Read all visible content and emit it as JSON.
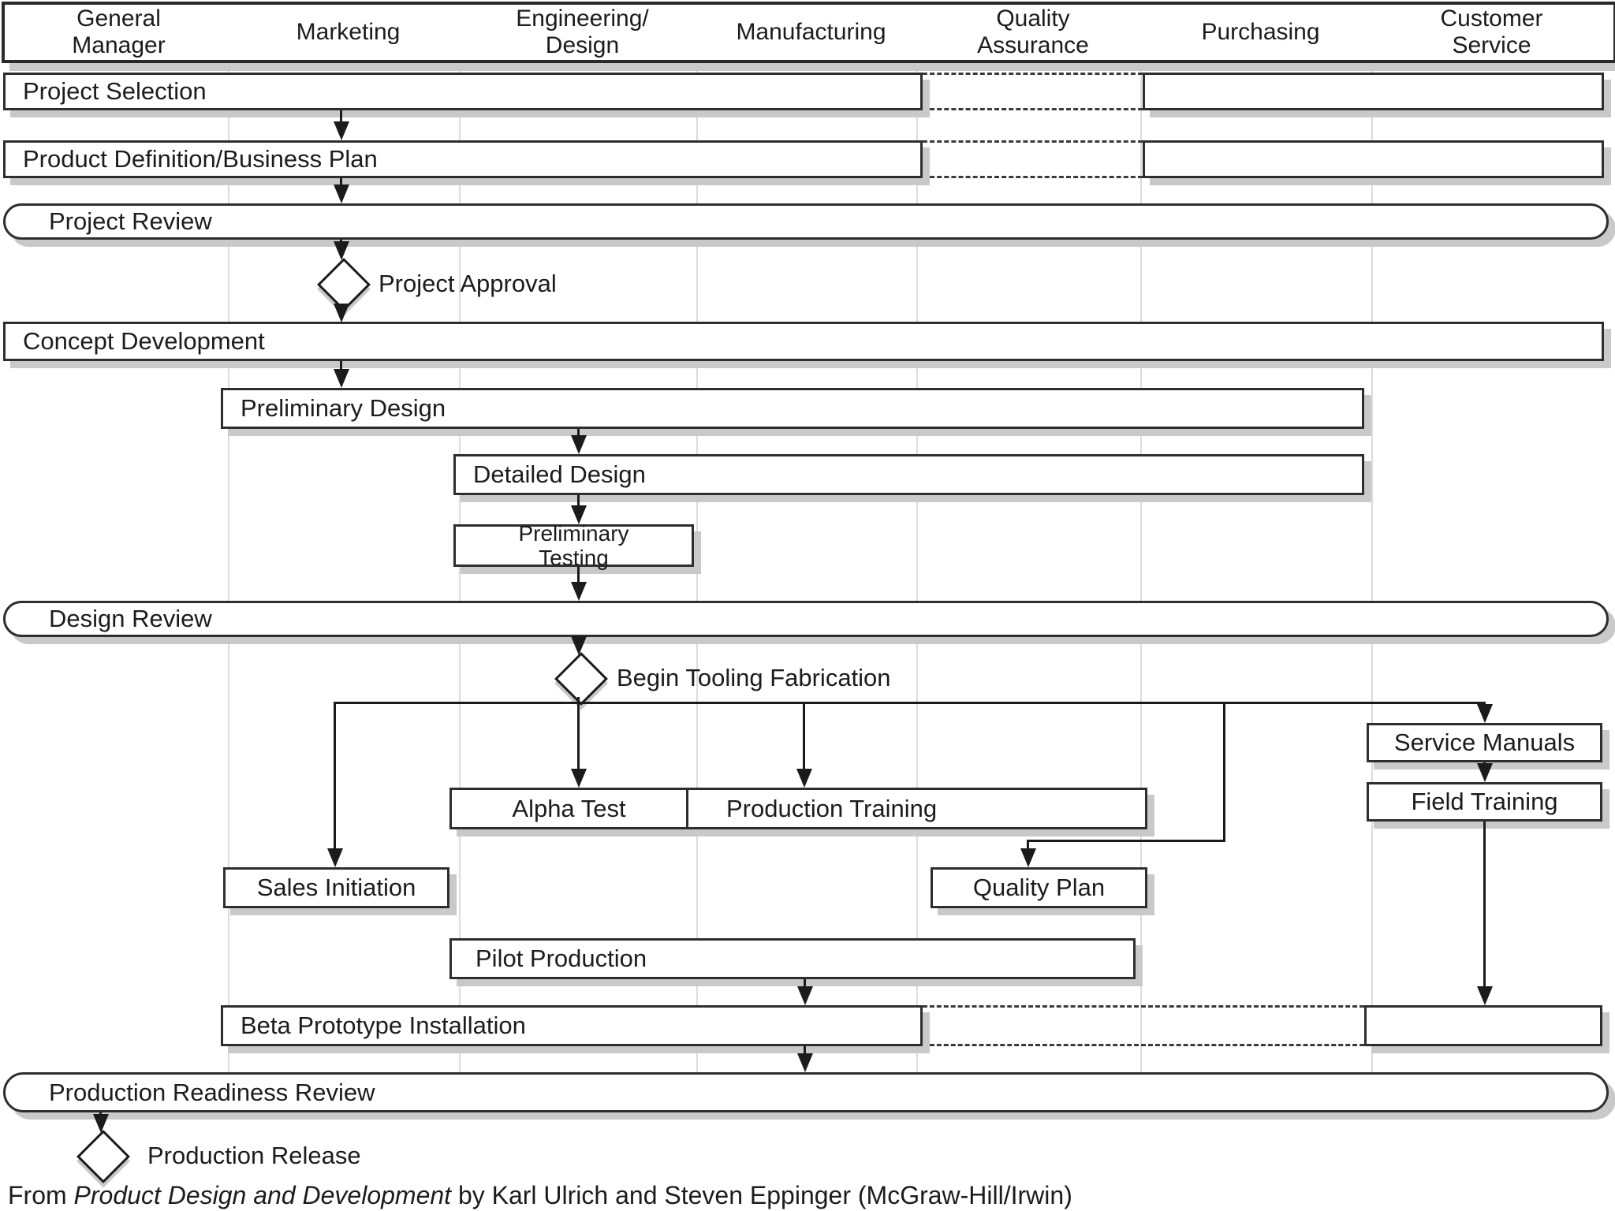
{
  "lanes": [
    "General\nManager",
    "Marketing",
    "Engineering/\nDesign",
    "Manufacturing",
    "Quality\nAssurance",
    "Purchasing",
    "Customer\nService"
  ],
  "nodes": {
    "project_selection": "Project Selection",
    "product_definition": "Product Definition/Business Plan",
    "project_review": "Project Review",
    "project_approval": "Project Approval",
    "concept_development": "Concept Development",
    "preliminary_design": "Preliminary Design",
    "detailed_design": "Detailed Design",
    "preliminary_testing": "Preliminary\nTesting",
    "design_review": "Design Review",
    "begin_tooling": "Begin Tooling Fabrication",
    "service_manuals": "Service Manuals",
    "field_training": "Field Training",
    "alpha_test": "Alpha Test",
    "production_training": "Production Training",
    "sales_initiation": "Sales Initiation",
    "quality_plan": "Quality Plan",
    "pilot_production": "Pilot Production",
    "beta_prototype": "Beta Prototype Installation",
    "production_readiness": "Production Readiness Review",
    "production_release": "Production Release"
  },
  "caption": {
    "prefix": "From ",
    "title": "Product Design and Development",
    "suffix": " by Karl Ulrich and Steven Eppinger (McGraw-Hill/Irwin)"
  },
  "colors": {
    "ink": "#1b1b1b",
    "box_border": "#2e2e2e",
    "shadow": "#c9c9c9",
    "lane_line": "#dcdcdc",
    "background": "#ffffff"
  }
}
